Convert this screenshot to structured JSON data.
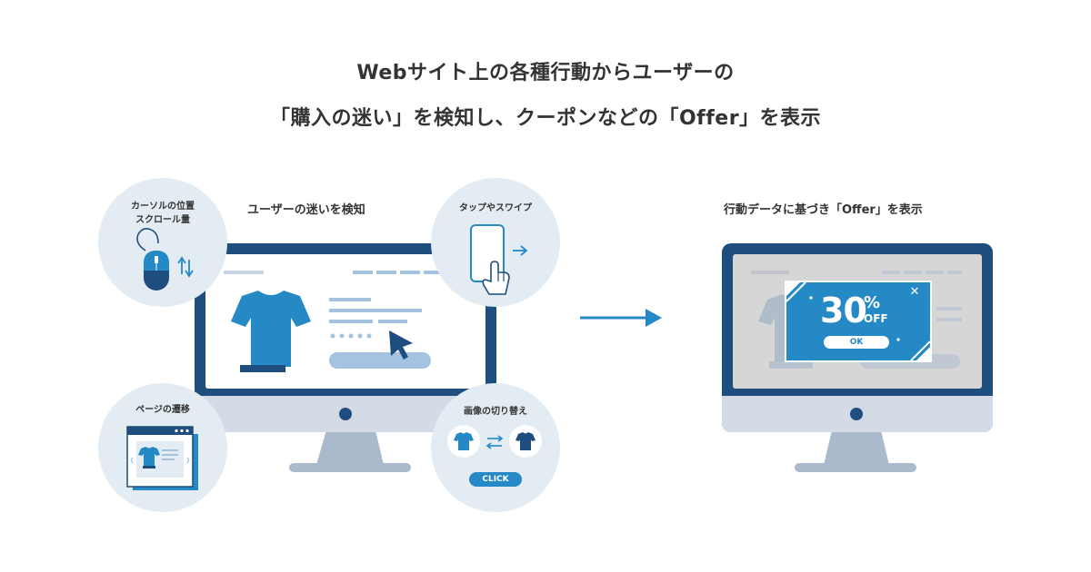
{
  "headline": {
    "line1": "Webサイト上の各種行動からユーザーの",
    "line2": "「購入の迷い」を検知し、クーポンなどの「Offer」を表示"
  },
  "left": {
    "label": "ユーザーの迷いを検知",
    "bubbles": {
      "cursor": {
        "line1": "カーソルの位置",
        "line2": "スクロール量",
        "icon": "mouse-icon"
      },
      "tap": {
        "text": "タップやスワイプ",
        "icon": "smartphone-swipe-icon"
      },
      "page": {
        "text": "ページの遷移",
        "icon": "browser-window-icon"
      },
      "image": {
        "text": "画像の切り替え",
        "button": "CLICK",
        "icon": "tshirt-swap-icon"
      }
    }
  },
  "right": {
    "label": "行動データに基づき「Offer」を表示",
    "popup": {
      "big": "30",
      "percent": "%",
      "off": "OFF",
      "ok": "OK",
      "close": "✕"
    }
  },
  "colors": {
    "blue": "#2589c6",
    "navy": "#1d4e7e",
    "light_blue": "#a3c3e0",
    "gray_blue": "#aab9cc",
    "bubble_bg": "#e3ecf2",
    "monitor_bezel": "#1d4e7e"
  }
}
